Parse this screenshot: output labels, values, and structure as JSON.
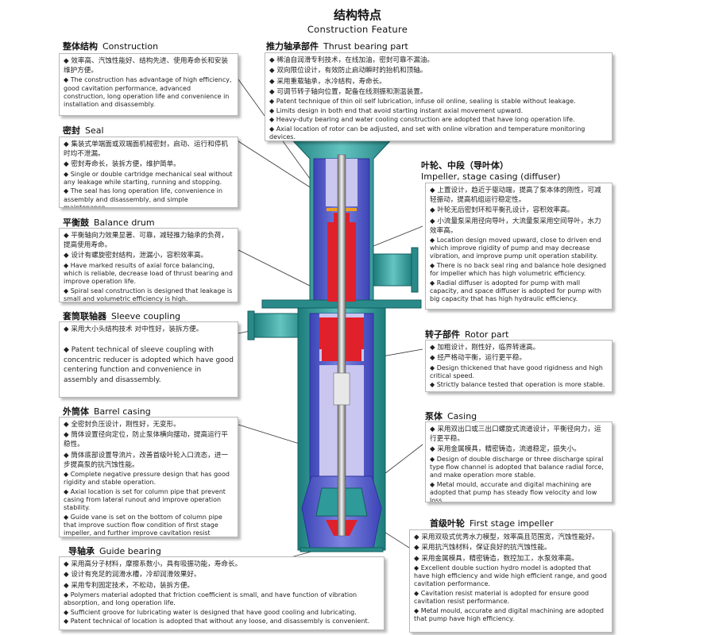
{
  "title": "结构特点",
  "subtitle": "Construction Feature",
  "sections": {
    "construction": {
      "title_zh": "整体结构",
      "title_en": "Construction",
      "lines": [
        "◆ 效率高、汽蚀性能好、结构先进、使用寿命长和安装维护方便。",
        "◆ The construction has advantage of high efficiency, good cavitation performance, advanced construction, long operation life and convenience in installation and disassembly."
      ]
    },
    "seal": {
      "title_zh": "密封",
      "title_en": "Seal",
      "lines": [
        "◆ 集装式单端面或双端面机械密封，启动、运行和停机时均不泄漏。",
        "◆ 密封寿命长，装拆方便，维护简单。",
        "◆ Single or double cartridge mechanical seal without any leakage while starting, running and stopping.",
        "◆ The seal has long operation life, convenience in assembly and disassembly, and simple maintenance."
      ]
    },
    "balance_drum": {
      "title_zh": "平衡鼓",
      "title_en": "Balance drum",
      "lines": [
        "◆ 平衡轴向力效果显著、可靠，减轻推力轴承的负荷，提高使用寿命。",
        "◆ 设计有螺旋密封结构，泄漏小，容积效率高。",
        "◆ Have marked results of axial force balancing, which is reliable, decrease load of thrust bearing and improve operation life.",
        "◆ Spiral seal construction is designed that leakage is small and volumetric efficiency is high."
      ]
    },
    "sleeve_coupling": {
      "title_zh": "套筒联轴器",
      "title_en": "Sleeve coupling",
      "lines": [
        "◆ 采用大小头结构技术 对中性好，装拆方便。",
        "◆ Patent technical of sleeve coupling with concentric reducer is adopted which have good centering function and convenience in assembly and disassembly."
      ]
    },
    "barrel_casing": {
      "title_zh": "外筒体",
      "title_en": "Barrel casing",
      "lines": [
        "◆ 全密封负压设计，刚性好，无变形。",
        "◆ 筒体设置径向定位，防止泵体横向摆动，提高运行平稳性。",
        "◆ 筒体底部设置导流片，改善首级叶轮入口流态，进一步提高泵的抗汽蚀性能。",
        "◆ Complete negative pressure design that has good rigidity and stable operation.",
        "◆ Axial location is set for column pipe that prevent casing from lateral runout and improve operation stability.",
        "◆ Guide vane is set on the bottom of column pipe that improve suction flow condition of first stage impeller, and further improve cavitation resist performance of pump."
      ]
    },
    "guide_bearing": {
      "title_zh": "导轴承",
      "title_en": "Guide bearing",
      "lines": [
        "◆ 采用高分子材料，摩擦系数小，具有吸振功能，寿命长。",
        "◆ 设计有充足的润滑水槽，冷却润滑效果好。",
        "◆ 采用专利固定技术，不松动，装拆方便。",
        "◆ Polymers material adopted that friction coefficient is small, and have function of vibration absorption, and long operation life.",
        "◆ Sufficient groove for lubricating water is designed that have good cooling and lubricating.",
        "◆ Patent technical of location is adopted that without any loose, and disassembly is convenient."
      ]
    },
    "thrust_bearing": {
      "title_zh": "推力轴承部件",
      "title_en": "Thrust bearing part",
      "lines": [
        "◆ 稀油自润滑专利技术，在线加油，密封可靠不漏油。",
        "◆ 双向限位设计，有效防止启动瞬时的抬机和顶轴。",
        "◆ 采用重载轴承，水冷结构，寿命长。",
        "◆ 可调节转子轴向位置，配备在线测振和测温装置。",
        "◆ Patent technique of thin oil self lubrication, infuse oil online, sealing is stable without leakage.",
        "◆ Limits design in both end that avoid starting instant axial movement upward.",
        "◆ Heavy-duty bearing and water cooling construction are adopted that have long operation life.",
        "◆ Axial location of rotor can be adjusted, and set with online vibration and temperature monitoring devices."
      ]
    },
    "impeller_stage": {
      "title_zh": "叶轮、中段（导叶体）",
      "title_en": "Impeller, stage casing (diffuser)",
      "lines": [
        "◆ 上置设计，趋近于驱动端，提高了泵本体的刚性，可减轻振动，提高机组运行稳定性。",
        "◆ 叶轮无后密封环和平衡孔设计，容积效率高。",
        "◆ 小流量泵采用径向导叶，大流量泵采用空间导叶，水力效率高。",
        "◆ Location design moved upward, close to driven end which improve rigidity of pump and may decrease vibration, and improve pump unit operation stability.",
        "◆ There is no back seal ring and balance hole designed for impeller which has high volumetric efficiency.",
        "◆ Radial diffuser is adopted for pump with mall capacity, and space diffuser is adopted for pump with big capacity that has high hydraulic efficiency."
      ]
    },
    "rotor": {
      "title_zh": "转子部件",
      "title_en": "Rotor part",
      "lines": [
        "◆ 加粗设计，刚性好，临界转速高。",
        "◆ 经严格动平衡，运行更平稳。",
        "◆ Design thickened that have good rigidness and high critical speed.",
        "◆ Strictly balance tested that operation is more stable."
      ]
    },
    "casing": {
      "title_zh": "泵体",
      "title_en": "Casing",
      "lines": [
        "◆ 采用双出口或三出口螺旋式流道设计，平衡径向力，运行更平稳。",
        "◆ 采用金属模具，精密铸造，流道稳定，损失小。",
        "◆ Design of double discharge or three discharge spiral type flow channel is adopted that balance radial force, and make operation more stable.",
        "◆ Metal mould, accurate and digital machining are adopted that pump has steady flow velocity and low loss."
      ]
    },
    "first_stage": {
      "title_zh": "首级叶轮",
      "title_en": "First stage impeller",
      "lines": [
        "◆ 采用双吸式优秀水力模型，效率高且范围宽，汽蚀性能好。",
        "◆ 采用抗汽蚀材料，保证良好的抗汽蚀性能。",
        "◆ 采用金属模具，精密铸造，数控加工，水泵效率高。",
        "◆ Excellent double suction hydro model is adopted that have high efficiency and wide high efficient range, and good cavitation performance.",
        "◆ Cavitation resist material is adopted for ensure good cavitation resist performance.",
        "◆ Metal mould, accurate and digital machining are adopted that pump have high efficiency."
      ]
    }
  },
  "colors": {
    "casing_blue": "#5a60c8",
    "pipe_teal": "#2f9a9a",
    "rotor_red": "#e0202a",
    "inner_lavender": "#c9c6ef",
    "box_border": "#b8b8b8"
  }
}
